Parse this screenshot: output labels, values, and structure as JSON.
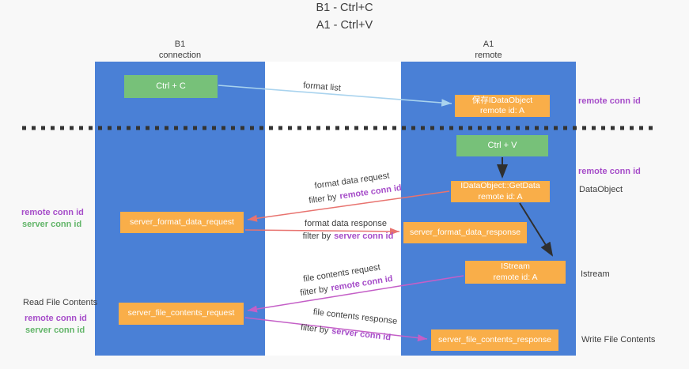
{
  "title": {
    "line1": "B1 - Ctrl+C",
    "line2": "A1 - Ctrl+V"
  },
  "lanes": {
    "left": {
      "header_line1": "B1",
      "header_line2": "connection"
    },
    "right": {
      "header_line1": "A1",
      "header_line2": "remote"
    }
  },
  "nodes": {
    "ctrl_c": {
      "label": "Ctrl + C"
    },
    "save_dataobject": {
      "line1": "保存IDataObject",
      "line2": "remote id: A"
    },
    "ctrl_v": {
      "label": "Ctrl + V"
    },
    "getdata": {
      "line1": "IDataObject::GetData",
      "line2": "remote id: A"
    },
    "format_request": {
      "label": "server_format_data_request"
    },
    "format_response": {
      "label": "server_format_data_response"
    },
    "istream": {
      "line1": "IStream",
      "line2": "remote id: A"
    },
    "file_request": {
      "label": "server_file_contents_request"
    },
    "file_response": {
      "label": "server_file_contents_response"
    }
  },
  "edge_labels": {
    "format_list": "format list",
    "format_data_request": "format data request",
    "format_data_response": "format data response",
    "file_contents_request": "file contents request",
    "file_contents_response": "file contents response",
    "filter_by": "filter by",
    "remote_conn_id": "remote conn id",
    "server_conn_id": "server conn id"
  },
  "side_labels": {
    "left_remote_conn_id": "remote conn id",
    "left_server_conn_id": "server conn id",
    "read_file_contents": "Read File Contents",
    "right_remote_conn_id": "remote conn id",
    "dataobject": "DataObject",
    "istream": "Istream",
    "write_file_contents": "Write File Contents"
  },
  "colors": {
    "lane_blue": "#4a80d6",
    "node_green": "#77c179",
    "node_orange": "#f9ae49",
    "arrow_salmon": "#e8736f",
    "arrow_orchid": "#c45fc7",
    "arrow_lightblue": "#a9d3ee",
    "arrow_black": "#2f2f2f",
    "label_purple": "#a64dc9",
    "label_green": "#62b569",
    "background": "#f8f8f8"
  }
}
